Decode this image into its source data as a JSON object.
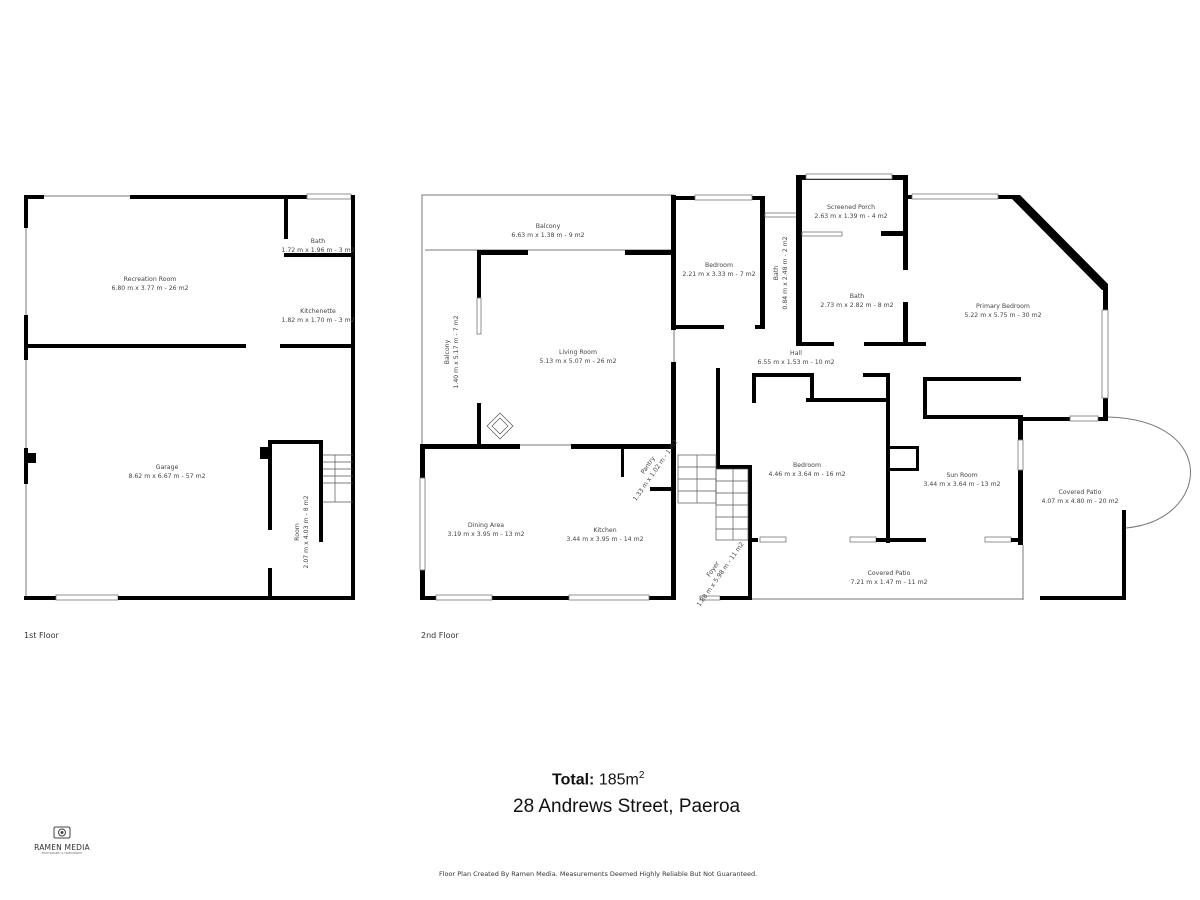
{
  "floors": [
    {
      "label": "1st Floor",
      "rooms": [
        {
          "name": "Recreation Room",
          "dims": "6.80 m x 3.77 m - 26 m2"
        },
        {
          "name": "Bath",
          "dims": "1.72 m x 1.96 m - 3 m2"
        },
        {
          "name": "Kitchenette",
          "dims": "1.82 m x 1.70 m - 3 m2"
        },
        {
          "name": "Garage",
          "dims": "8.62 m x 6.67 m - 57 m2"
        },
        {
          "name": "Room",
          "dims": "2.07 m x 4.03 m - 8 m2"
        }
      ]
    },
    {
      "label": "2nd Floor",
      "rooms": [
        {
          "name": "Balcony",
          "dims": "6.63 m x 1.38 m - 9 m2"
        },
        {
          "name": "Balcony",
          "dims": "1.40 m x 5.17 m - 7 m2"
        },
        {
          "name": "Living Room",
          "dims": "5.13 m x 5.07 m - 26 m2"
        },
        {
          "name": "Bedroom",
          "dims": "2.21 m x 3.33 m - 7 m2"
        },
        {
          "name": "Bath",
          "dims": "0.84 m x 2.48 m - 2 m2"
        },
        {
          "name": "Screened Porch",
          "dims": "2.63 m x 1.39 m - 4 m2"
        },
        {
          "name": "Bath",
          "dims": "2.73 m x 2.82 m - 8 m2"
        },
        {
          "name": "Primary Bedroom",
          "dims": "5.22 m x 5.75 m - 30 m2"
        },
        {
          "name": "Hall",
          "dims": "6.55 m x 1.53 m - 10 m2"
        },
        {
          "name": "Pantry",
          "dims": "1.33 m x 1.02 m - 1 m2"
        },
        {
          "name": "Dining Area",
          "dims": "3.19 m x 3.95 m - 13 m2"
        },
        {
          "name": "Kitchen",
          "dims": "3.44 m x 3.95 m - 14 m2"
        },
        {
          "name": "Foyer",
          "dims": "1.88 m x 5.98 m - 11 m2"
        },
        {
          "name": "Bedroom",
          "dims": "4.46 m x 3.64 m - 16 m2"
        },
        {
          "name": "Sun Room",
          "dims": "3.44 m x 3.64 m - 13 m2"
        },
        {
          "name": "Covered Patio",
          "dims": "7.21 m x 1.47 m - 11 m2"
        },
        {
          "name": "Covered Patio",
          "dims": "4.07 m x 4.80 m - 20 m2"
        }
      ]
    }
  ],
  "total": {
    "label": "Total:",
    "value": "185m",
    "unit_exp": "2"
  },
  "address": "28 Andrews Street, Paeroa",
  "logo": {
    "name": "RAMEN MEDIA",
    "tagline": "PHOTOGRAPHY & VIDEOGRAPHY"
  },
  "footer": "Floor Plan Created By Ramen Media. Measurements Deemed Highly Reliable But Not Guaranteed."
}
